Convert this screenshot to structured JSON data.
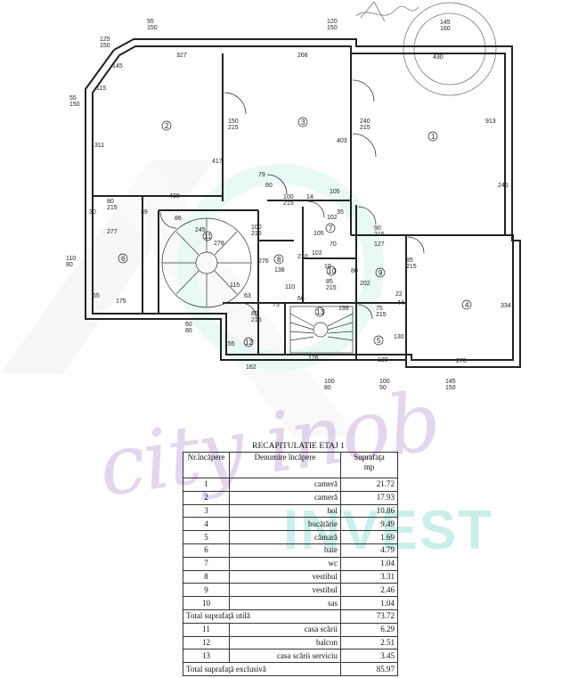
{
  "plan": {
    "rooms": [
      "1",
      "2",
      "3",
      "4",
      "5",
      "6",
      "7",
      "8",
      "9",
      "10",
      "11",
      "12",
      "13"
    ],
    "dims": {
      "d55_150": "55\n150",
      "d120_150": "120\n150",
      "d145_160": "145\n160",
      "d125_150": "125\n150",
      "d327": "327",
      "d268": "268",
      "d430": "430",
      "d145": "145",
      "d115": "115",
      "d55b_150": "55\n150",
      "d311": "311",
      "d417": "417",
      "d150_215": "150\n215",
      "d240_215": "240\n215",
      "d403": "403",
      "d913": "913",
      "d245": "245",
      "d79": "79",
      "d60": "60",
      "d100_215": "100\n215",
      "d14": "14",
      "d105": "105",
      "d430b": "430",
      "d80_215": "80\n215",
      "d30": "30",
      "d39": "39",
      "d86": "86",
      "d245b": "245",
      "d100b_215": "100\n215",
      "d278": "278",
      "d277": "277",
      "d102": "102",
      "d35": "35",
      "d105b": "105",
      "d90_215": "90\n215",
      "d127": "127",
      "d70": "70",
      "d110_80": "110\n80",
      "d276": "276",
      "d102b": "102",
      "d80": "80",
      "d85_215": "85\n215",
      "d138": "138",
      "d210": "210",
      "d10": "10",
      "d85b_215": "85\n215",
      "d202": "202",
      "d115b": "115",
      "d63": "63",
      "d110": "110",
      "d66": "66",
      "d22": "22",
      "d44": "44",
      "d65": "65",
      "d175": "175",
      "d85c_215": "85\n215",
      "d75": "75",
      "d199": "199",
      "d75b_215": "75\n215",
      "d334": "334",
      "d60_80": "60\n80",
      "d155": "155",
      "d130": "130",
      "d176": "176",
      "d130b": "130",
      "d276b": "276",
      "d162": "162",
      "d100_80": "100\n80",
      "d100_50": "100\n50",
      "d145_150": "145\n150"
    }
  },
  "watermark": {
    "script": "city inob",
    "brand": "INVEST"
  },
  "recap": {
    "title": "RECAPITULATIE ETAJ 1",
    "headers": [
      "Nr.încăpere",
      "Denumire încăpere",
      "Suprafaţa\nmp"
    ],
    "rows": [
      [
        "1",
        "cameră",
        "21.72"
      ],
      [
        "2",
        "cameră",
        "17.93"
      ],
      [
        "3",
        "hol",
        "10.86"
      ],
      [
        "4",
        "bucătărie",
        "9.49"
      ],
      [
        "5",
        "cămară",
        "1.69"
      ],
      [
        "6",
        "baie",
        "4.79"
      ],
      [
        "7",
        "wc",
        "1.04"
      ],
      [
        "8",
        "vestibul",
        "3.31"
      ],
      [
        "9",
        "vestibul",
        "2.46"
      ],
      [
        "10",
        "sas",
        "1.04"
      ]
    ],
    "total_util_label": "Total suprafaţă utilă",
    "total_util_value": "73.72",
    "rows2": [
      [
        "11",
        "casa scării",
        "6.29"
      ],
      [
        "12",
        "balcon",
        "2.51"
      ],
      [
        "13",
        "casa scării serviciu",
        "3.45"
      ]
    ],
    "total_excl_label": "Total suprafaţă exclusivă",
    "total_excl_value": "85.97"
  },
  "colors": {
    "line": "#222222",
    "watermark_teal": "#9fe3da",
    "watermark_purple": "#cdb6e0"
  }
}
